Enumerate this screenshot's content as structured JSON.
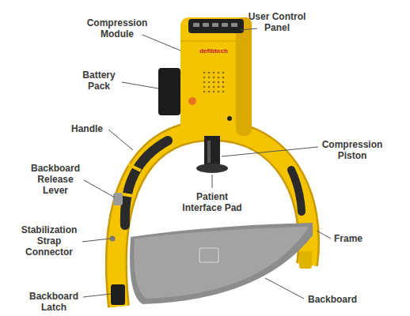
{
  "diagram": {
    "labels": [
      "Compression Module",
      "User Control Panel",
      "Battery Pack",
      "Handle",
      "Backboard Release Lever",
      "Compression Piston",
      "Patient Interface Pad",
      "Stabilization Strap Connector",
      "Frame",
      "Backboard",
      "Backboard Latch",
      "defibtech"
    ]
  }
}
